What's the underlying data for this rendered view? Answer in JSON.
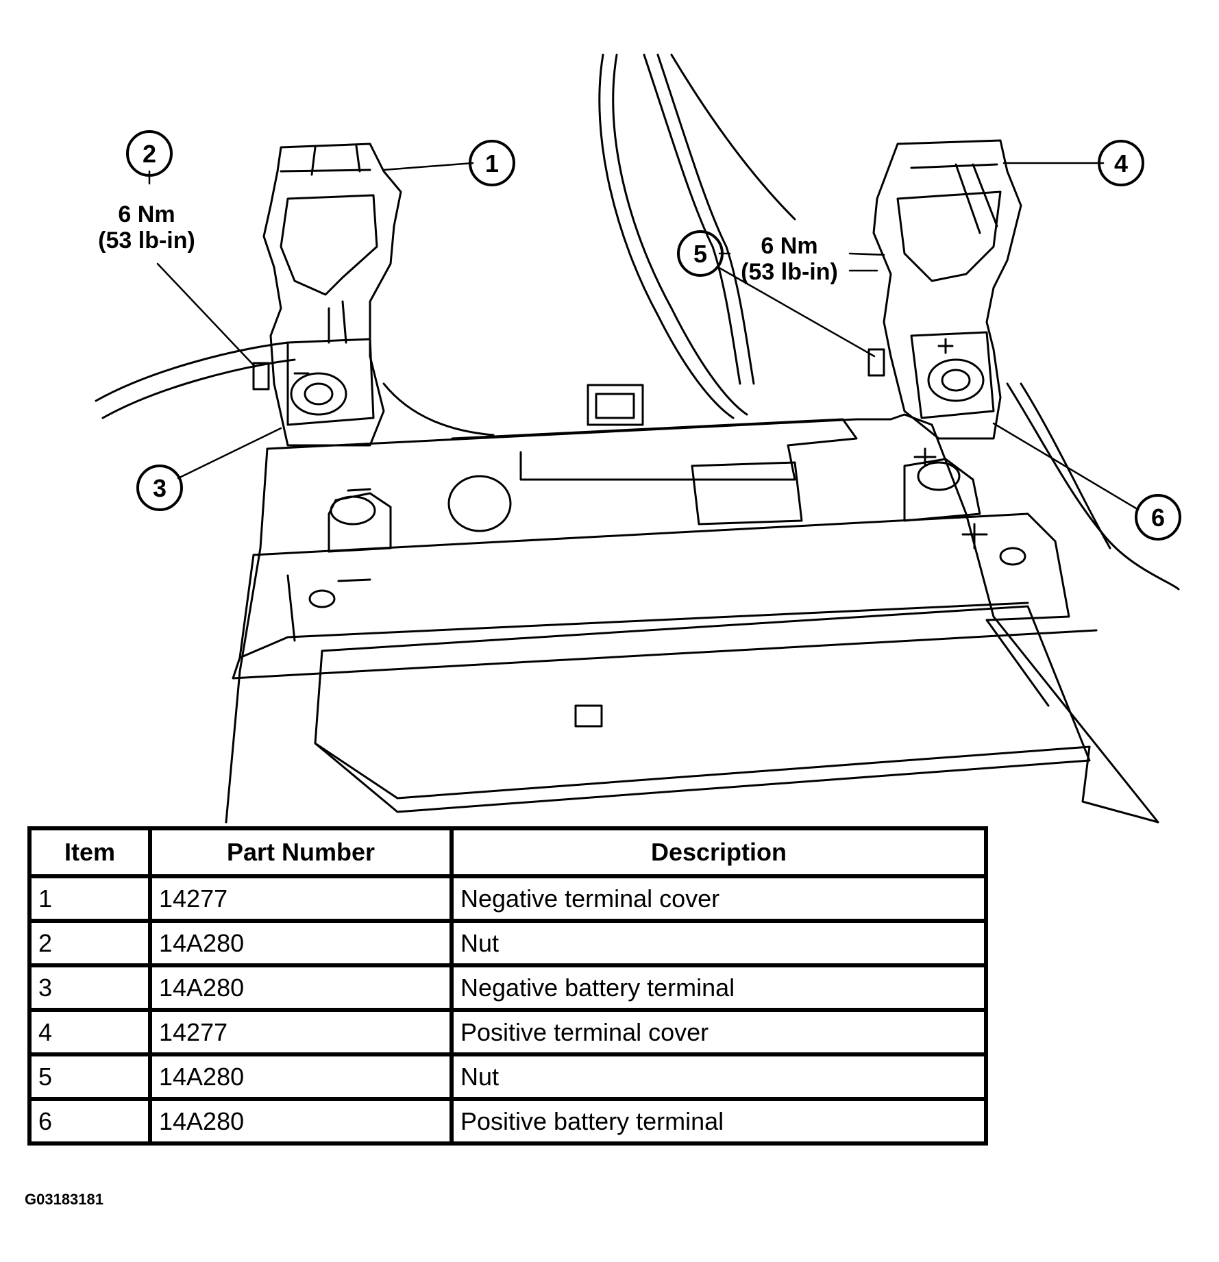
{
  "callouts": [
    {
      "num": "1"
    },
    {
      "num": "2"
    },
    {
      "num": "3"
    },
    {
      "num": "4"
    },
    {
      "num": "5"
    },
    {
      "num": "6"
    }
  ],
  "torque_left": {
    "line1": "6 Nm",
    "line2": "(53 lb-in)"
  },
  "torque_right": {
    "line1": "6 Nm",
    "line2": "(53 lb-in)"
  },
  "table": {
    "headers": [
      "Item",
      "Part Number",
      "Description"
    ],
    "rows": [
      [
        "1",
        "14277",
        "Negative terminal cover"
      ],
      [
        "2",
        "14A280",
        "Nut"
      ],
      [
        "3",
        "14A280",
        "Negative battery terminal"
      ],
      [
        "4",
        "14277",
        "Positive terminal cover"
      ],
      [
        "5",
        "14A280",
        "Nut"
      ],
      [
        "6",
        "14A280",
        "Positive battery terminal"
      ]
    ]
  },
  "figure_id": "G03183181"
}
